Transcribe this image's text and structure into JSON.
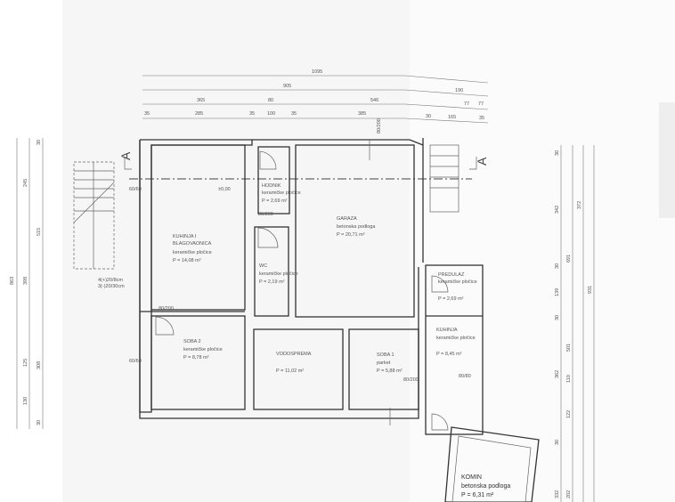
{
  "section_marker": "A",
  "level_mark": "±0,00",
  "rooms": {
    "kuhinja_blagovaonica": {
      "name1": "KUHINJA I",
      "name2": "BLAGOVAONICA",
      "floor": "keramičke pločice",
      "area": "P = 14,08 m²"
    },
    "hodnik": {
      "name": "HODNIK",
      "floor": "keramičke pločice",
      "area": "P = 2,69 m²"
    },
    "wc": {
      "name": "WC",
      "floor": "keramičke pločice",
      "area": "P = 2,19 m²"
    },
    "garaza": {
      "name": "GARAZA",
      "floor": "betonska podloga",
      "area": "P = 20,71 m²"
    },
    "soba2": {
      "name": "SOBA 2",
      "floor": "keramičke pločice",
      "area": "P = 8,78 m²"
    },
    "vodosprema": {
      "name": "VODOSPREMA",
      "area": "P = 11,02 m²"
    },
    "soba1": {
      "name": "SOBA 1",
      "floor": "parket",
      "area": "P = 5,88 m²"
    },
    "predulaz": {
      "name": "PREDULAZ",
      "floor": "keramičke pločice",
      "area": "P = 2,69 m²"
    },
    "kuhinja": {
      "name": "KUHINJA",
      "floor": "keramičke pločice",
      "area": "P = 8,45 m²"
    },
    "komin": {
      "name": "KOMIN",
      "floor": "betonska podloga",
      "area": "P = 6,31 m²"
    }
  },
  "stairs": {
    "label1": "4(+)20/8cm",
    "label2": "3(-)20/30cm"
  },
  "openings": [
    "80/200",
    "80/200",
    "80/200",
    "80/200",
    "60/60",
    "60/60",
    "80/80"
  ],
  "dims_top": {
    "row1": [
      "1095"
    ],
    "row2": [
      "905",
      "190"
    ],
    "row3": [
      "365",
      "80",
      "546",
      "77",
      "77"
    ],
    "row4": [
      "35",
      "285",
      "35",
      "100",
      "35",
      "385",
      "30",
      "165",
      "35"
    ]
  },
  "dims_left": [
    "863",
    "245",
    "398",
    "130",
    "515",
    "125",
    "308",
    "30",
    "30"
  ],
  "dims_right": [
    "30",
    "342",
    "30",
    "139",
    "30",
    "362",
    "122",
    "691",
    "372",
    "501",
    "110",
    "931",
    "30",
    "332",
    "202"
  ]
}
